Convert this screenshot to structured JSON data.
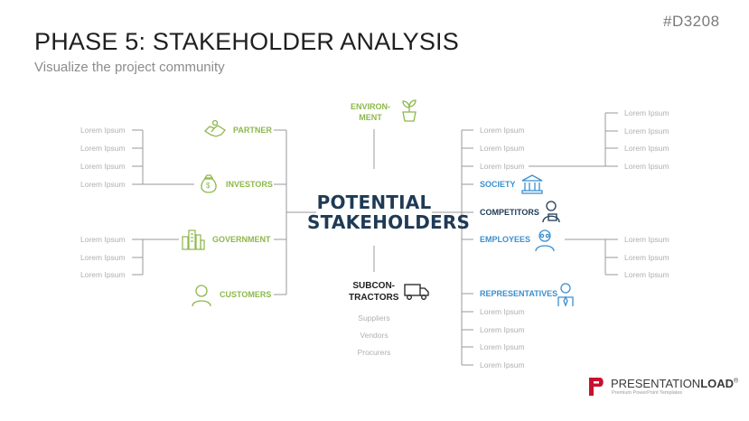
{
  "code": "#D3208",
  "title": "PHASE 5: STAKEHOLDER ANALYSIS",
  "subtitle": "Visualize the project community",
  "center": {
    "line1": "POTENTIAL",
    "line2": "STAKEHOLDERS"
  },
  "left": {
    "partner": "PARTNER",
    "investors": "INVESTORS",
    "government": "GOVERNMENT",
    "customers": "CUSTOMERS",
    "investor_items": [
      "Lorem Ipsum",
      "Lorem Ipsum",
      "Lorem Ipsum",
      "Lorem Ipsum"
    ],
    "government_items": [
      "Lorem Ipsum",
      "Lorem Ipsum",
      "Lorem Ipsum"
    ]
  },
  "top": {
    "environment_line1": "ENVIRON-",
    "environment_line2": "MENT"
  },
  "bottom": {
    "subcontractors_line1": "SUBCON-",
    "subcontractors_line2": "TRACTORS",
    "items": [
      "Suppliers",
      "Vendors",
      "Procurers"
    ]
  },
  "right": {
    "society": "SOCIETY",
    "competitors": "COMPETITORS",
    "employees": "EMPLOYEES",
    "representatives": "REPRESENTATIVES",
    "upper_items": [
      "Lorem Ipsum",
      "Lorem Ipsum",
      "Lorem Ipsum"
    ],
    "society_items": [
      "Lorem Ipsum",
      "Lorem Ipsum",
      "Lorem Ipsum",
      "Lorem Ipsum"
    ],
    "employee_items": [
      "Lorem Ipsum",
      "Lorem Ipsum",
      "Lorem Ipsum"
    ],
    "rep_items": [
      "Lorem Ipsum",
      "Lorem Ipsum",
      "Lorem Ipsum",
      "Lorem Ipsum"
    ]
  },
  "logo": {
    "brand_a": "PRESENTATION",
    "brand_b": "LOAD",
    "reg": "®",
    "tagline": "Premium PowerPoint Templates"
  },
  "colors": {
    "green": "#8cb84a",
    "blue": "#3a8fd0",
    "navy": "#1f3a55",
    "line": "#9a9a9a",
    "brand_red": "#c8102e"
  }
}
